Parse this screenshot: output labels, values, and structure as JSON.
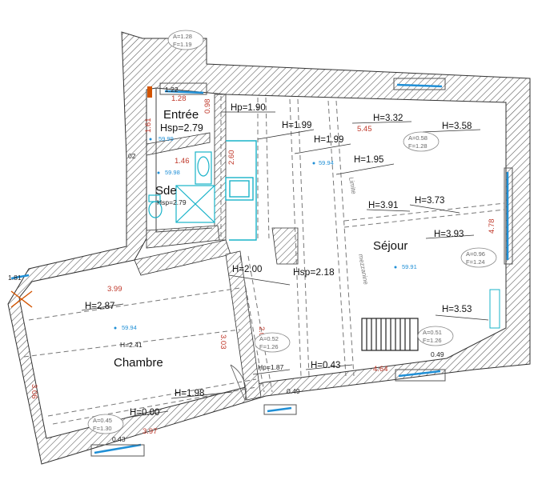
{
  "rooms": {
    "entree": "Entrée",
    "entree_hsp": "Hsp=2.79",
    "sde": "Sde",
    "sde_hsp": "Hsp=2.79",
    "sejour": "Séjour",
    "chambre": "Chambre",
    "mezz_hsp": "Hsp=2.18"
  },
  "heights": {
    "hp_190": "Hp=1.90",
    "h_199a": "H=1.99",
    "h_199b": "H=1.99",
    "h_195": "H=1.95",
    "h_332": "H=3.32",
    "h_358": "H=3.58",
    "h_391": "H=3.91",
    "h_373": "H=3.73",
    "h_393": "H=3.93",
    "h_200": "H=2.00",
    "h_287": "H=2.87",
    "h_241": "H=2.41",
    "h_353": "H=3.53",
    "hp_187": "Hp=1.87",
    "h_043": "H=0.43",
    "h_198": "H=1.98",
    "h_000": "H=0.00"
  },
  "dimensions": {
    "d_122": "1.22",
    "d_128": "1.28",
    "d_161": "1.61",
    "d_098": "0.98",
    "d_146": "1.46",
    "d_260": "2.60",
    "d_545": "5.45",
    "d_478": "4.78",
    "d_399": "3.99",
    "d_303": "3.03",
    "d_306": "3.06",
    "d_202": "2.02",
    "d_464": "4.64",
    "d_397": "3.97",
    "d_181": "1.81"
  },
  "levels": {
    "l_entree": "59.99",
    "l_sde": "59.98",
    "l_center": "59.94",
    "l_sejour": "59.91",
    "l_chambre": "59.94"
  },
  "openings": [
    {
      "a": "A=1.28",
      "f": "F=1.19"
    },
    {
      "a": "A=0.58",
      "f": "F=1.28"
    },
    {
      "a": "A=0.96",
      "f": "F=1.24"
    },
    {
      "a": "A=0.51",
      "f": "F=1.26"
    },
    {
      "a": "A=0.52",
      "f": "F=1.26"
    },
    {
      "a": "A=0.45",
      "f": "F=1.30"
    }
  ],
  "small": {
    "s_049a": "0.49",
    "s_049b": "0.49",
    "s_043": "0.43",
    "s_02": "02"
  },
  "wall_text": {
    "limite": "Limite",
    "mezzanine": "mezzanine"
  }
}
